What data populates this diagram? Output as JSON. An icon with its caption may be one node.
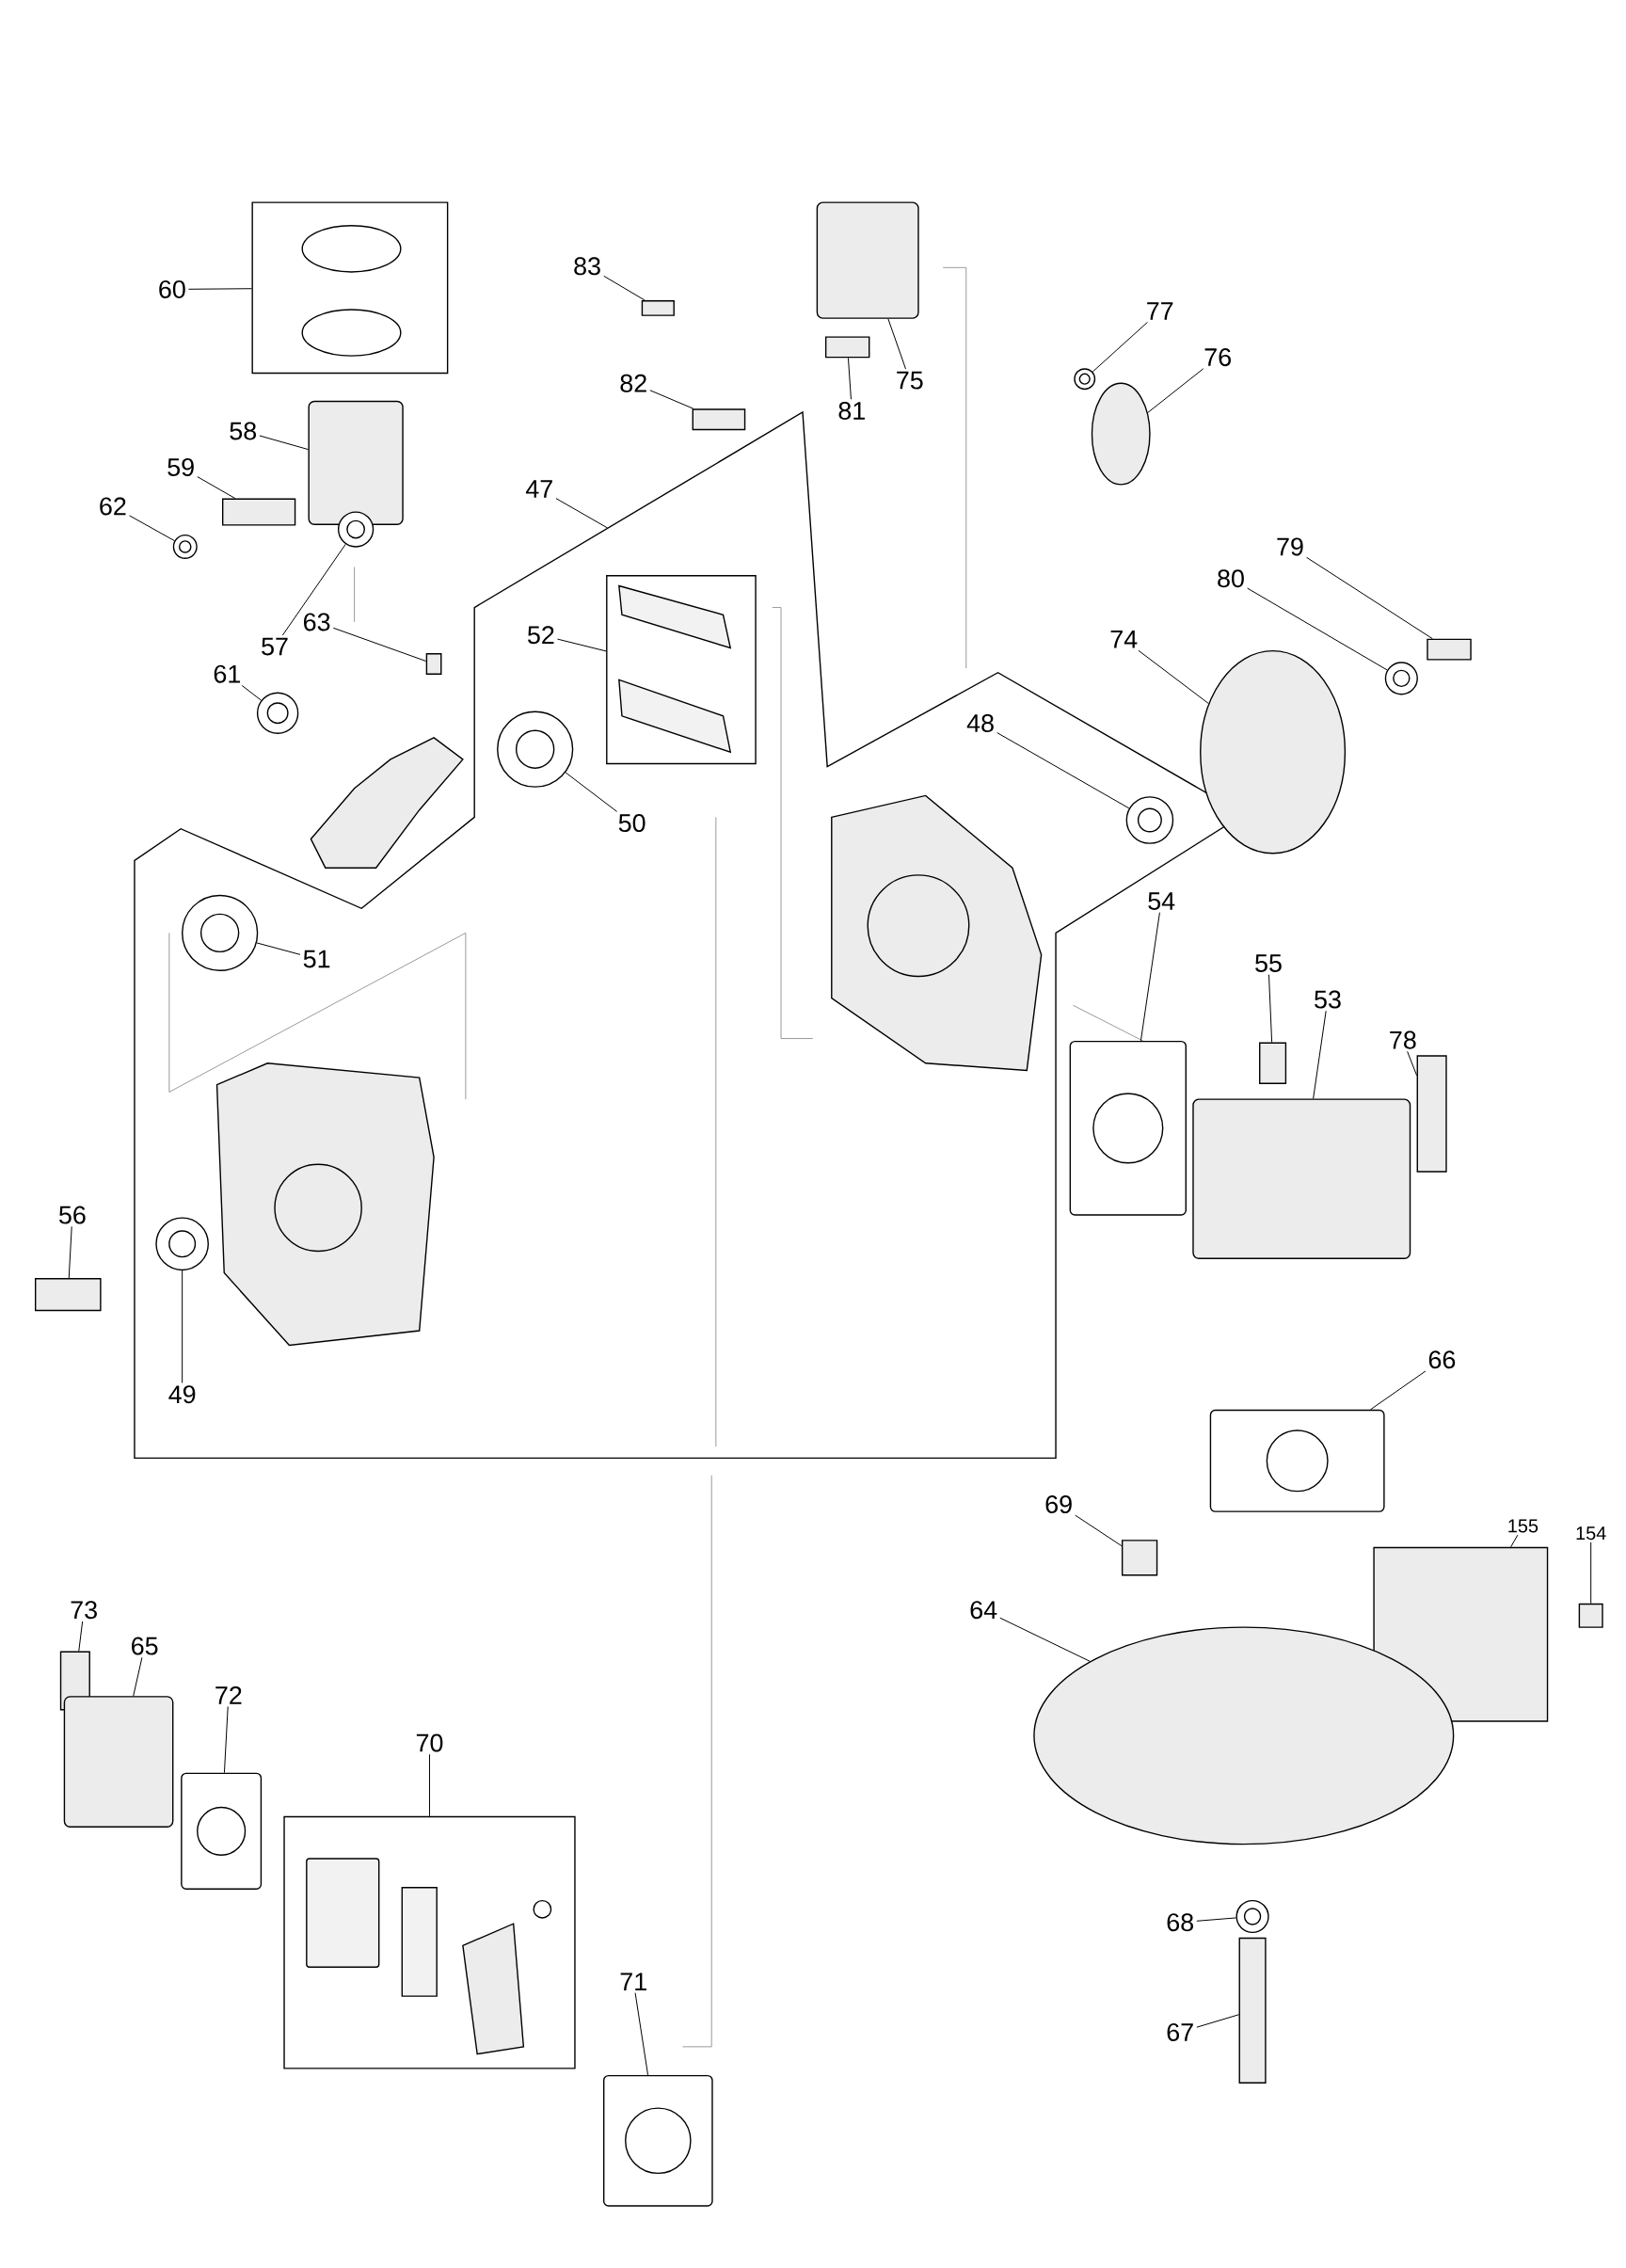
{
  "diagram": {
    "nodes": [
      {
        "text": [
          "60"
        ]
      },
      {
        "text": [],
        "shape": "box"
      },
      {
        "text": [
          "83"
        ]
      },
      {
        "text": [],
        "shape": "box"
      },
      {
        "text": [
          "75"
        ]
      },
      {
        "text": [],
        "shape": "box"
      },
      {
        "text": [
          "77"
        ]
      },
      {
        "text": [],
        "shape": "circle"
      },
      {
        "text": [
          "81"
        ]
      },
      {
        "text": [],
        "shape": "box"
      },
      {
        "text": [
          "76"
        ]
      },
      {
        "text": [],
        "shape": "ellipse"
      },
      {
        "text": [
          "82"
        ]
      },
      {
        "text": [],
        "shape": "box"
      },
      {
        "text": [
          "58"
        ]
      },
      {
        "text": [],
        "shape": "box"
      },
      {
        "text": [
          "59"
        ]
      },
      {
        "text": [],
        "shape": "box"
      },
      {
        "text": [
          "47"
        ]
      },
      {
        "text": [
          "62"
        ]
      },
      {
        "text": [],
        "shape": "circle"
      },
      {
        "text": [
          "79"
        ]
      },
      {
        "text": [],
        "shape": "box"
      },
      {
        "text": [
          "80"
        ]
      },
      {
        "text": [],
        "shape": "circle"
      },
      {
        "text": [
          "63"
        ]
      },
      {
        "text": [],
        "shape": "box"
      },
      {
        "text": [
          "52"
        ]
      },
      {
        "text": [],
        "shape": "box"
      },
      {
        "text": [
          "57"
        ]
      },
      {
        "text": [],
        "shape": "circle"
      },
      {
        "text": [
          "74"
        ]
      },
      {
        "text": [],
        "shape": "ellipse"
      },
      {
        "text": [
          "61"
        ]
      },
      {
        "text": [],
        "shape": "circle"
      },
      {
        "text": [
          "48"
        ]
      },
      {
        "text": [],
        "shape": "circle"
      },
      {
        "text": [
          "50"
        ]
      },
      {
        "text": [],
        "shape": "circle"
      },
      {
        "text": [
          "54"
        ]
      },
      {
        "text": [],
        "shape": "box"
      },
      {
        "text": [
          "51"
        ]
      },
      {
        "text": [],
        "shape": "circle"
      },
      {
        "text": [
          "55"
        ]
      },
      {
        "text": [],
        "shape": "box"
      },
      {
        "text": [
          "53"
        ]
      },
      {
        "text": [],
        "shape": "box"
      },
      {
        "text": [
          "78"
        ]
      },
      {
        "text": [],
        "shape": "box"
      },
      {
        "text": [
          "56"
        ]
      },
      {
        "text": [],
        "shape": "box"
      },
      {
        "text": [
          "49"
        ]
      },
      {
        "text": [],
        "shape": "circle"
      },
      {
        "text": [
          "66"
        ]
      },
      {
        "text": [],
        "shape": "box"
      },
      {
        "text": [
          "69"
        ]
      },
      {
        "text": [],
        "shape": "box"
      },
      {
        "text": [
          "155"
        ]
      },
      {
        "text": [],
        "shape": "box"
      },
      {
        "text": [
          "154"
        ]
      },
      {
        "text": [],
        "shape": "box"
      },
      {
        "text": [
          "64"
        ]
      },
      {
        "text": [],
        "shape": "ellipse"
      },
      {
        "text": [
          "73"
        ]
      },
      {
        "text": [],
        "shape": "box"
      },
      {
        "text": [
          "65"
        ]
      },
      {
        "text": [],
        "shape": "box"
      },
      {
        "text": [
          "72"
        ]
      },
      {
        "text": [],
        "shape": "box"
      },
      {
        "text": [
          "70"
        ]
      },
      {
        "text": [],
        "shape": "box"
      },
      {
        "text": [
          "68"
        ]
      },
      {
        "text": [],
        "shape": "circle"
      },
      {
        "text": [
          "71"
        ]
      },
      {
        "text": [],
        "shape": "box"
      },
      {
        "text": [
          "67"
        ]
      },
      {
        "text": [],
        "shape": "box"
      }
    ],
    "edges": [
      {
        "from": 0,
        "to": 1,
        "arrow": "none"
      },
      {
        "from": 2,
        "to": 3,
        "arrow": "none"
      },
      {
        "from": 4,
        "to": 5,
        "arrow": "none"
      },
      {
        "from": 6,
        "to": 7,
        "arrow": "none"
      },
      {
        "from": 8,
        "to": 9,
        "arrow": "none"
      },
      {
        "from": 10,
        "to": 11,
        "arrow": "none"
      },
      {
        "from": 12,
        "to": 13,
        "arrow": "none"
      },
      {
        "from": 14,
        "to": 15,
        "arrow": "none"
      },
      {
        "from": 16,
        "to": 17,
        "arrow": "none"
      },
      {
        "from": 18,
        "to": null,
        "arrow": "none"
      },
      {
        "from": 19,
        "to": 20,
        "arrow": "none"
      },
      {
        "from": 21,
        "to": 22,
        "arrow": "none"
      },
      {
        "from": 23,
        "to": 24,
        "arrow": "none"
      },
      {
        "from": 25,
        "to": 26,
        "arrow": "none"
      },
      {
        "from": 27,
        "to": 28,
        "arrow": "none"
      },
      {
        "from": 29,
        "to": 30,
        "arrow": "none"
      },
      {
        "from": 31,
        "to": 32,
        "arrow": "none"
      },
      {
        "from": 33,
        "to": 34,
        "arrow": "none"
      },
      {
        "from": 35,
        "to": 36,
        "arrow": "none"
      },
      {
        "from": 37,
        "to": 38,
        "arrow": "none"
      },
      {
        "from": 39,
        "to": 40,
        "arrow": "none"
      },
      {
        "from": 41,
        "to": 42,
        "arrow": "none"
      },
      {
        "from": 43,
        "to": 44,
        "arrow": "none"
      },
      {
        "from": 45,
        "to": 46,
        "arrow": "none"
      },
      {
        "from": 47,
        "to": 48,
        "arrow": "none"
      },
      {
        "from": 49,
        "to": 50,
        "arrow": "none"
      },
      {
        "from": 51,
        "to": 52,
        "arrow": "none"
      },
      {
        "from": 53,
        "to": 54,
        "arrow": "none"
      },
      {
        "from": 55,
        "to": 56,
        "arrow": "none"
      },
      {
        "from": 57,
        "to": 58,
        "arrow": "none"
      },
      {
        "from": 59,
        "to": 60,
        "arrow": "none"
      },
      {
        "from": 61,
        "to": 62,
        "arrow": "none"
      },
      {
        "from": 63,
        "to": 64,
        "arrow": "none"
      },
      {
        "from": 65,
        "to": 66,
        "arrow": "none"
      },
      {
        "from": 67,
        "to": 68,
        "arrow": "none"
      },
      {
        "from": 69,
        "to": 70,
        "arrow": "none"
      },
      {
        "from": 71,
        "to": 72,
        "arrow": "none"
      },
      {
        "from": 73,
        "to": 74,
        "arrow": "none"
      },
      {
        "from": 75,
        "to": 76,
        "arrow": "none"
      }
    ]
  }
}
